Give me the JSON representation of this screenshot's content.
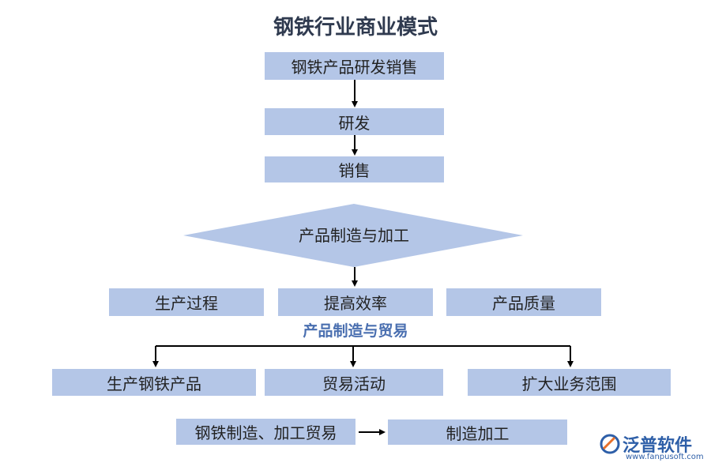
{
  "title": "钢铁行业商业模式",
  "top_flow": [
    "钢铁产品研发销售",
    "研发",
    "销售"
  ],
  "diamond_label": "产品制造与加工",
  "row1": [
    "生产过程",
    "提高效率",
    "产品质量"
  ],
  "mid_label": "产品制造与贸易",
  "row2": [
    "生产钢铁产品",
    "贸易活动",
    "扩大业务范围"
  ],
  "bottom": {
    "left": "钢铁制造、加工贸易",
    "right": "制造加工"
  },
  "logo": {
    "name": "泛普软件",
    "url": "www.fanpusoft.com"
  },
  "colors": {
    "box_fill": "#b4c6e7",
    "label": "#4a6fb0",
    "title": "#2f3a4f"
  }
}
